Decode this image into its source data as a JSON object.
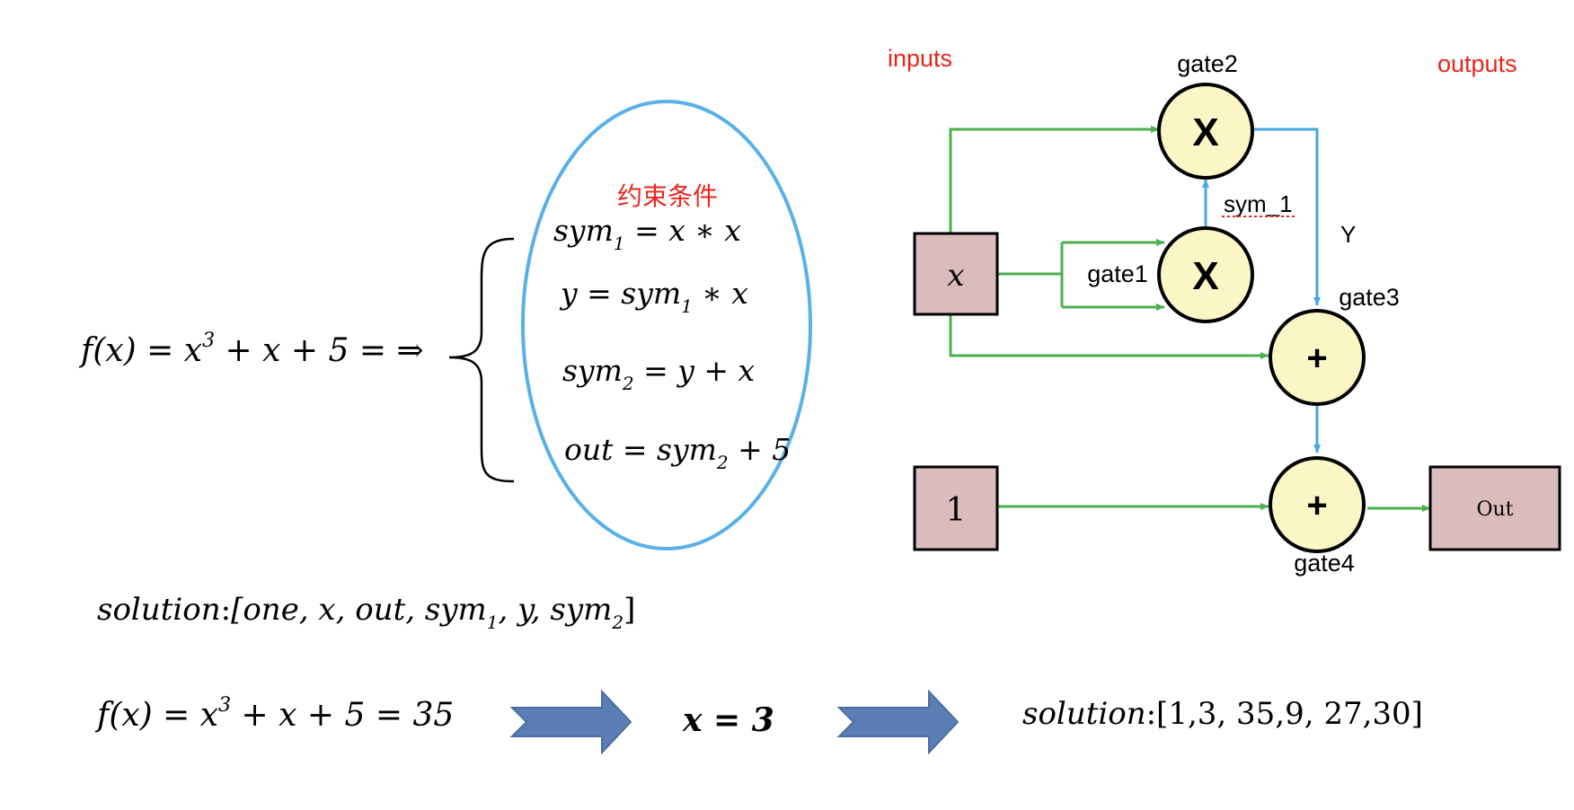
{
  "formula": {
    "fx_lhs": "f(x) = x",
    "fx_exp": "3",
    "fx_rhs": " + x + 5 = ⇒",
    "fx2_lhs": "f(x) = x",
    "fx2_exp": "3",
    "fx2_rhs": " + x + 5 = 35"
  },
  "constraints": {
    "title": "约束条件",
    "line1": {
      "a": "sym",
      "a_sub": "1",
      "b": " = x ∗ x"
    },
    "line2": {
      "a": "y = sym",
      "a_sub": "1",
      "b": " ∗ x"
    },
    "line3": {
      "a": "sym",
      "a_sub": "2",
      "b": " = y + x"
    },
    "line4": {
      "a": "out = sym",
      "a_sub": "2",
      "b": " + 5"
    }
  },
  "solution_vector": {
    "prefix": "solution",
    "colon": ":",
    "body_a": "[one, x, out, sym",
    "sub1": "1",
    "body_b": ", y, sym",
    "sub2": "2",
    "body_c": "]"
  },
  "step": {
    "x_value": "x = 3",
    "solution_prefix": "solution",
    "solution_values": ":[1,3, 35,9, 27,30]"
  },
  "circuit": {
    "inputs_label": "inputs",
    "outputs_label": "outputs",
    "input_x": "x",
    "input_one": "1",
    "output": "Out",
    "gate1": {
      "label": "gate1",
      "op": "X"
    },
    "gate2": {
      "label": "gate2",
      "op": "X"
    },
    "gate3": {
      "label": "gate3",
      "op": "+"
    },
    "gate4": {
      "label": "gate4",
      "op": "+"
    },
    "sym1_wire": "sym_1",
    "y_wire": "Y"
  },
  "colors": {
    "red_text": "#e8261c",
    "ellipse_blue": "#58b0e8",
    "wire_green": "#4caf50",
    "wire_blue": "#4aa7e6",
    "gate_fill": "#fbf6c6",
    "box_fill": "#dbbcbc",
    "arrow_fill": "#5b7fb5",
    "arrow_stroke": "#4a6ea3"
  }
}
